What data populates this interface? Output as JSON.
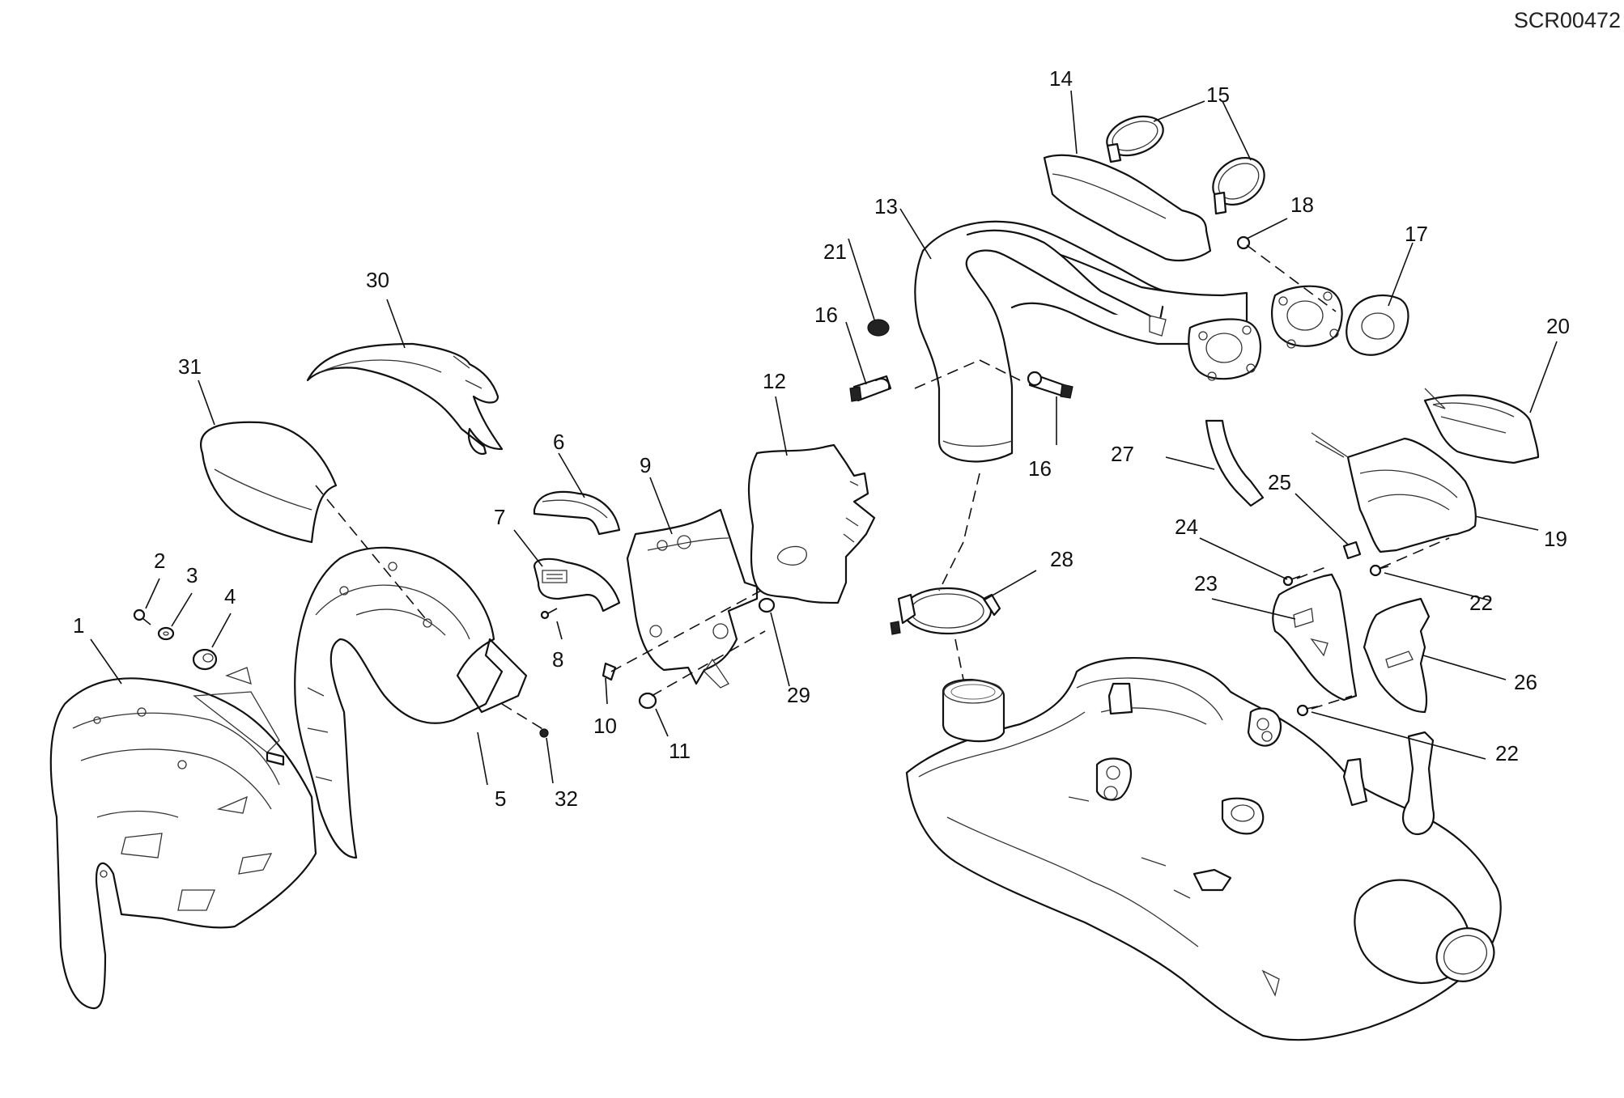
{
  "drawing_code": "SCR00472",
  "callouts": [
    "1",
    "2",
    "3",
    "4",
    "5",
    "6",
    "7",
    "8",
    "9",
    "10",
    "11",
    "12",
    "13",
    "14",
    "15",
    "16",
    "16",
    "17",
    "18",
    "19",
    "20",
    "21",
    "22",
    "22",
    "23",
    "24",
    "25",
    "26",
    "27",
    "28",
    "29",
    "30",
    "31",
    "32"
  ]
}
